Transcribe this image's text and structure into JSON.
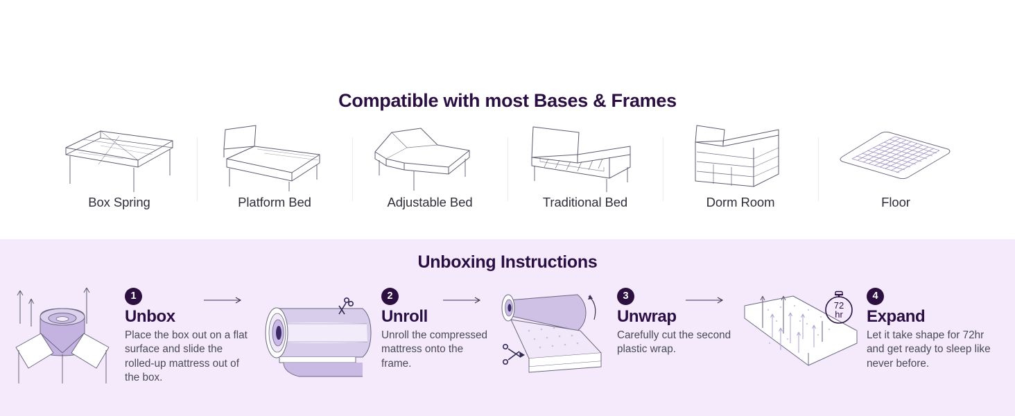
{
  "bases": {
    "title": "Compatible with most Bases & Frames",
    "items": [
      {
        "label": "Box Spring",
        "icon": "box-spring-illustration"
      },
      {
        "label": "Platform Bed",
        "icon": "platform-bed-illustration"
      },
      {
        "label": "Adjustable Bed",
        "icon": "adjustable-bed-illustration"
      },
      {
        "label": "Traditional Bed",
        "icon": "traditional-bed-illustration"
      },
      {
        "label": "Dorm Room",
        "icon": "dorm-room-bed-illustration"
      },
      {
        "label": "Floor",
        "icon": "floor-mat-illustration"
      }
    ]
  },
  "unboxing": {
    "title": "Unboxing Instructions",
    "steps": [
      {
        "number": "1",
        "title": "Unbox",
        "desc": "Place the box out on a flat surface and slide the rolled-up mattress out of the box.",
        "icon": "open-box-with-roll-illustration"
      },
      {
        "number": "2",
        "title": "Unroll",
        "desc": "Unroll the compressed mattress onto the frame.",
        "icon": "mattress-roll-with-scissors-illustration"
      },
      {
        "number": "3",
        "title": "Unwrap",
        "desc": "Carefully cut the second plastic wrap.",
        "icon": "unwrapping-mattress-with-scissors-illustration"
      },
      {
        "number": "4",
        "title": "Expand",
        "desc": "Let it take shape for 72hr and get ready to sleep like never before.",
        "icon": "expanding-mattress-with-timer-illustration"
      }
    ],
    "timer_badge": {
      "value": "72",
      "unit": "hr"
    }
  },
  "colors": {
    "section_background": "#ffffff",
    "unboxing_background": "#f4eafc",
    "heading": "#2b0f43",
    "label": "#2e2e3c",
    "body_text": "#4a4a55",
    "badge_fill": "#2d1040",
    "line_art": "#5d5a70",
    "accent_purple": "#b9a8dd",
    "divider": "#eceaee"
  }
}
